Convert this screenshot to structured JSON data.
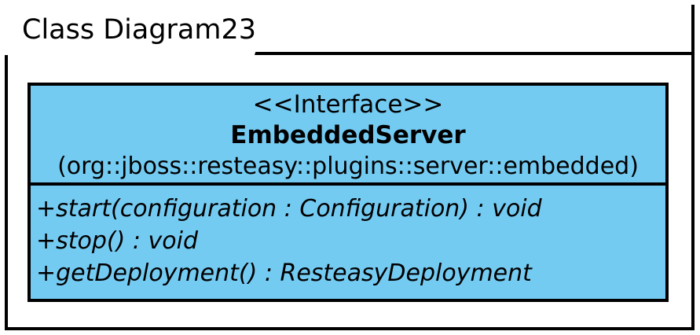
{
  "diagram": {
    "title": "Class Diagram23",
    "frame_border_color": "#000000",
    "background_color": "#ffffff"
  },
  "uml_class": {
    "fill_color": "#74cbf2",
    "border_color": "#000000",
    "stereotype": "<<Interface>>",
    "name": "EmbeddedServer",
    "package": "(org::jboss::resteasy::plugins::server::embedded)",
    "members": [
      "+start(configuration : Configuration) : void",
      "+stop() : void",
      "+getDeployment() : ResteasyDeployment"
    ]
  }
}
